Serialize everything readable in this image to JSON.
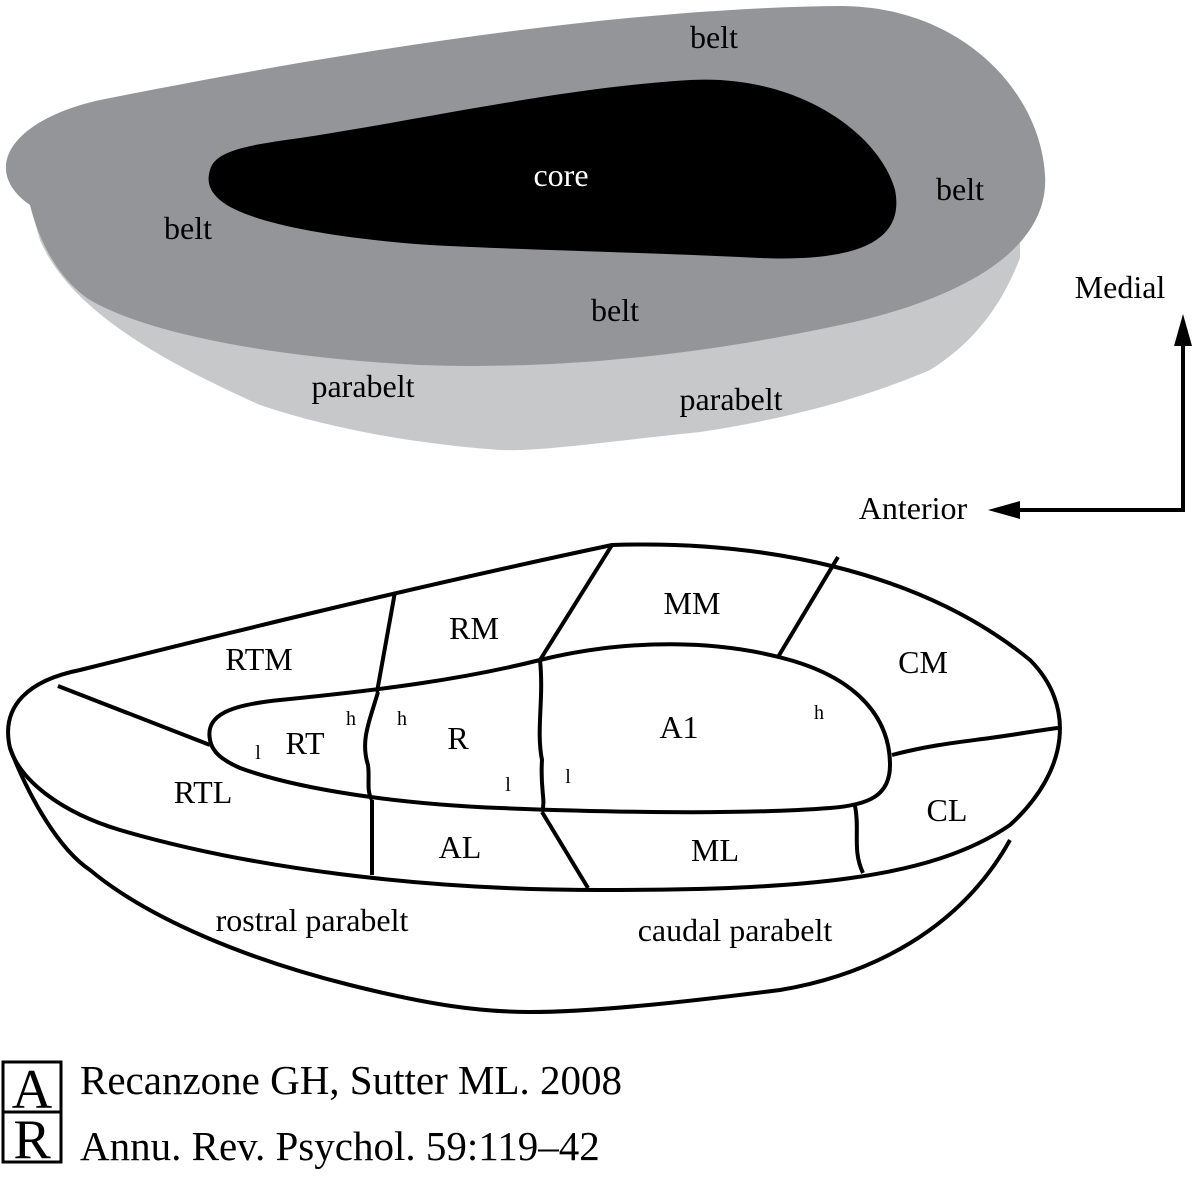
{
  "top_diagram": {
    "core": "core",
    "belt_top": "belt",
    "belt_left": "belt",
    "belt_right": "belt",
    "belt_bottom": "belt",
    "parabelt_left": "parabelt",
    "parabelt_right": "parabelt"
  },
  "axes": {
    "medial": "Medial",
    "anterior": "Anterior"
  },
  "bottom_diagram": {
    "RTM": "RTM",
    "RM": "RM",
    "MM": "MM",
    "CM": "CM",
    "RT": "RT",
    "R": "R",
    "A1": "A1",
    "RTL": "RTL",
    "AL": "AL",
    "ML": "ML",
    "CL": "CL",
    "rostral_parabelt": "rostral parabelt",
    "caudal_parabelt": "caudal parabelt",
    "gradient_marks": {
      "rt_low": "l",
      "rt_high": "h",
      "r_high": "h",
      "r_low": "l",
      "a1_low": "l",
      "a1_high": "h"
    }
  },
  "citation": {
    "logo_letters": "AR",
    "line1": "Recanzone GH, Sutter ML. 2008",
    "line2": "Annu. Rev. Psychol. 59:119–42"
  },
  "colors": {
    "core": "#000000",
    "belt": "#939598",
    "parabelt": "#c7c8ca",
    "outline": "#000000"
  }
}
